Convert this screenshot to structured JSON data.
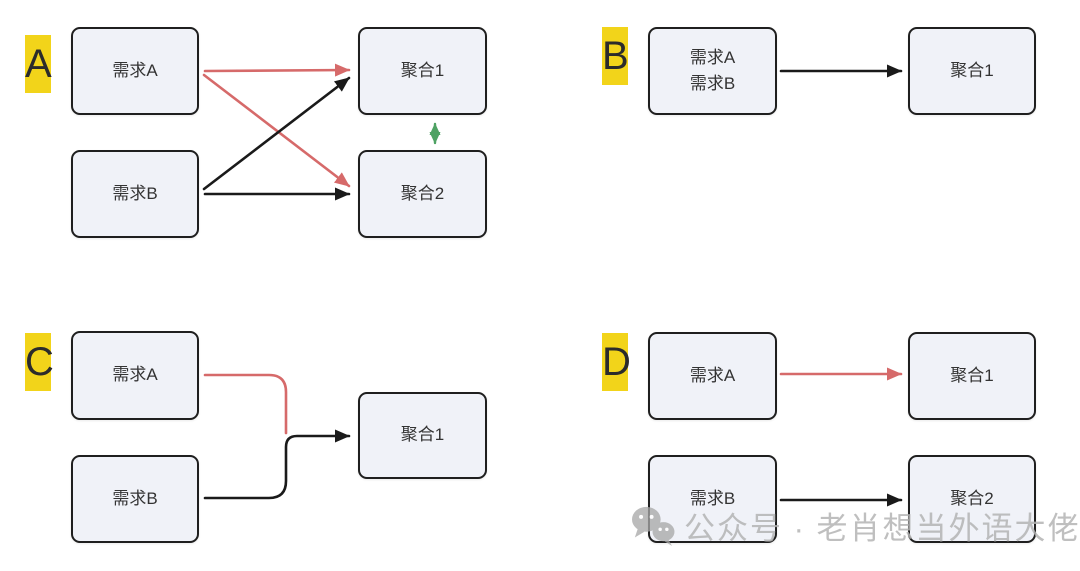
{
  "colors": {
    "red": "#d66a6a",
    "black": "#1a1a1a",
    "green": "#4ea263",
    "box_fill": "#f0f2f8",
    "box_border": "#1f1f1f",
    "label_bg": "#f2d41a",
    "label_text": "#2b2b2b",
    "watermark": "#b4b4b4"
  },
  "panels": {
    "a": {
      "label": "A",
      "req_a": "需求A",
      "req_b": "需求B",
      "agg1": "聚合1",
      "agg2": "聚合2"
    },
    "b": {
      "label": "B",
      "source_line1": "需求A",
      "source_line2": "需求B",
      "agg1": "聚合1"
    },
    "c": {
      "label": "C",
      "req_a": "需求A",
      "req_b": "需求B",
      "agg1": "聚合1"
    },
    "d": {
      "label": "D",
      "req_a": "需求A",
      "req_b": "需求B",
      "agg1": "聚合1",
      "agg2": "聚合2"
    }
  },
  "watermark": {
    "text": "公众号 · 老肖想当外语大佬"
  }
}
